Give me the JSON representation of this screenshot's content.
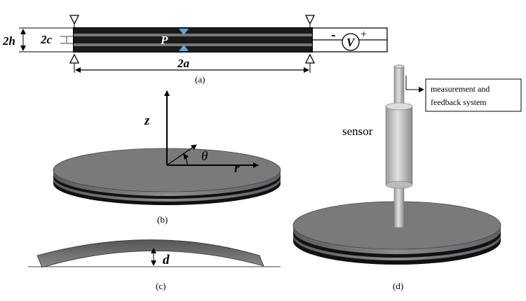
{
  "panel_a": {
    "label_2h": "2h",
    "label_2c": "2c",
    "label_P": "P",
    "label_2a": "2a",
    "label_minus": "-",
    "label_V": "V",
    "label_plus": "+",
    "caption": "(a)"
  },
  "panel_b": {
    "axis_z": "z",
    "axis_r": "r",
    "axis_theta": "θ",
    "caption": "(b)"
  },
  "panel_c": {
    "label_d": "d",
    "caption": "(c)"
  },
  "panel_d": {
    "sensor_label": "sensor",
    "box_line1": "measurement and",
    "box_line2": "feedback system",
    "caption": "(d)"
  },
  "colors": {
    "plate_gray": "#7a7a7a",
    "dark_layer": "#1a1a1a",
    "accent_blue": "#5aa9e6"
  }
}
